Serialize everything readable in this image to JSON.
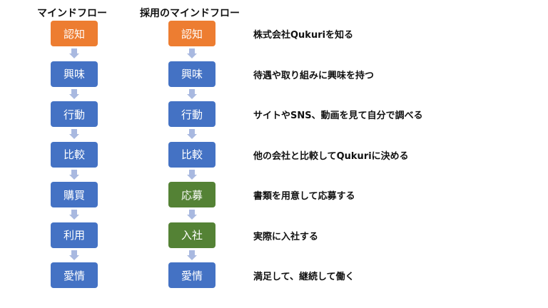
{
  "colors": {
    "orange": "#ed7d31",
    "blue": "#4472c4",
    "green": "#548235",
    "arrow": "#a9b9e0"
  },
  "left_column": {
    "title": "マインドフロー",
    "steps": [
      {
        "label": "認知",
        "color": "orange"
      },
      {
        "label": "興味",
        "color": "blue"
      },
      {
        "label": "行動",
        "color": "blue"
      },
      {
        "label": "比較",
        "color": "blue"
      },
      {
        "label": "購買",
        "color": "blue"
      },
      {
        "label": "利用",
        "color": "blue"
      },
      {
        "label": "愛情",
        "color": "blue"
      }
    ]
  },
  "right_column": {
    "title": "採用のマインドフロー",
    "steps": [
      {
        "label": "認知",
        "color": "orange"
      },
      {
        "label": "興味",
        "color": "blue"
      },
      {
        "label": "行動",
        "color": "blue"
      },
      {
        "label": "比較",
        "color": "blue"
      },
      {
        "label": "応募",
        "color": "green"
      },
      {
        "label": "入社",
        "color": "green"
      },
      {
        "label": "愛情",
        "color": "blue"
      }
    ]
  },
  "descriptions": [
    "株式会社Qukuriを知る",
    "待遇や取り組みに興味を持つ",
    "サイトやSNS、動画を見て自分で調べる",
    "他の会社と比較してQukuriに決める",
    "書類を用意して応募する",
    "実際に入社する",
    "満足して、継続して働く"
  ]
}
